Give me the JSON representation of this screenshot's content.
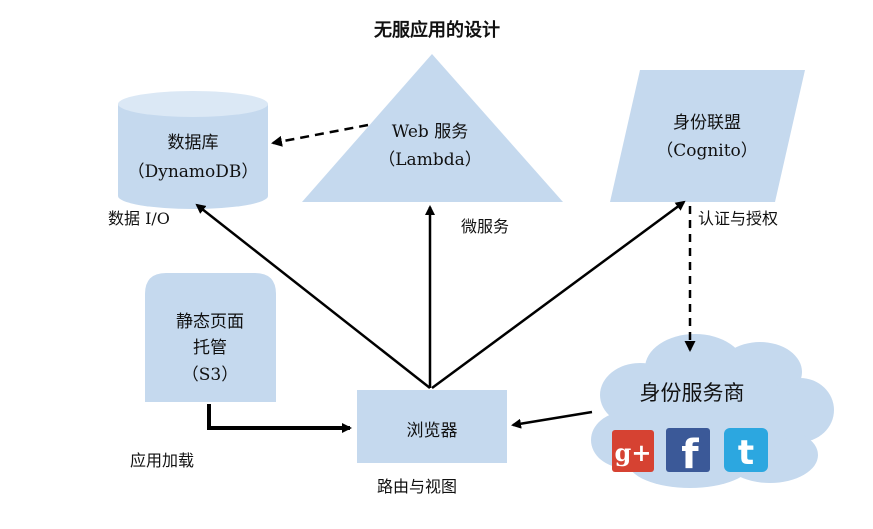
{
  "title": "无服应用的设计",
  "nodes": {
    "database": {
      "line1": "数据库",
      "line2": "（DynamoDB）"
    },
    "web_service": {
      "line1": "Web 服务",
      "line2": "（Lambda）"
    },
    "identity_federation": {
      "line1": "身份联盟",
      "line2": "（Cognito）"
    },
    "static_hosting": {
      "line1": "静态页面",
      "line2": "托管",
      "line3": "（S3）"
    },
    "browser": {
      "label": "浏览器"
    },
    "identity_provider": {
      "label": "身份服务商",
      "icons": [
        "google-plus-icon",
        "facebook-icon",
        "twitter-icon"
      ]
    }
  },
  "edge_labels": {
    "data_io": "数据 I/O",
    "microservice": "微服务",
    "auth": "认证与授权",
    "app_loading": "应用加载",
    "routing_view": "路由与视图"
  },
  "colors": {
    "shape_fill": "#c5d9ee",
    "arrow": "#000000",
    "google": "#d64232",
    "facebook": "#3b5998",
    "twitter": "#2ca7e0"
  }
}
